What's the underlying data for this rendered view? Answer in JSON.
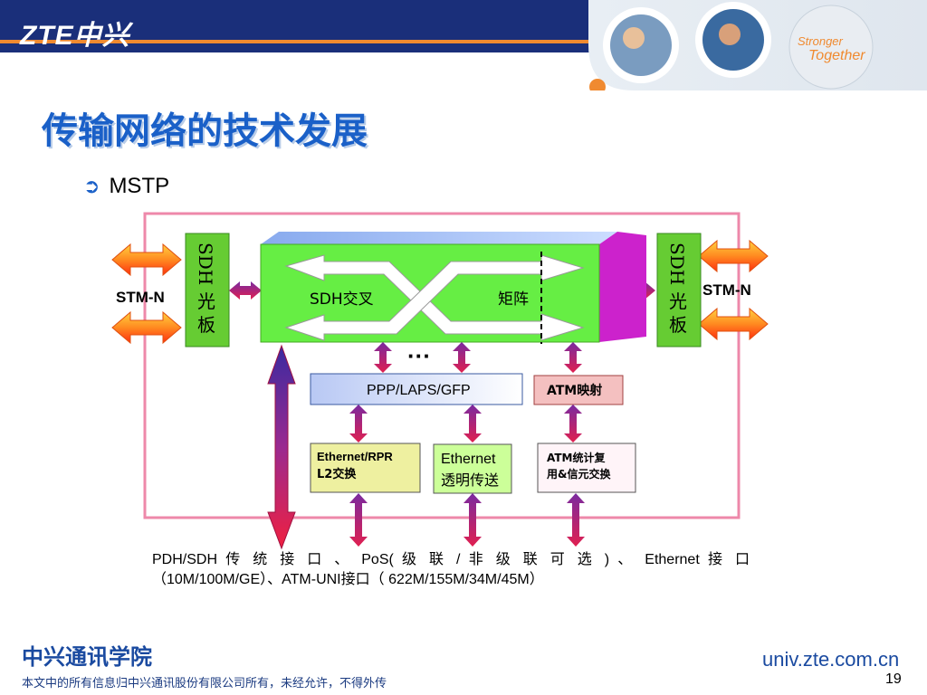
{
  "header": {
    "logo": "ZTE中兴",
    "slogan_line1": "Stronger",
    "slogan_line2": "Together"
  },
  "title": "传输网络的技术发展",
  "bullet": "MSTP",
  "diagram": {
    "sdh_board_left": [
      "SDH",
      "光",
      "板"
    ],
    "sdh_board_right": [
      "SDH",
      "光",
      "板"
    ],
    "stm_left": "STM-N",
    "stm_right": "STM-N",
    "cross_left": "SDH交叉",
    "cross_right": "矩阵",
    "ellipsis": "···",
    "ppp_box": "PPP/LAPS/GFP",
    "atm_map_box": "ATM映射",
    "eth_rpr_line1": "Ethernet/RPR",
    "eth_rpr_line2": "L2交换",
    "eth_trans_line1": "Ethernet",
    "eth_trans_line2": "透明传送",
    "atm_stat_line1": "ATM统计复",
    "atm_stat_line2": "用&信元交换"
  },
  "caption": {
    "line1": "PDH/SDH 传 统 接 口 、 PoS( 级 联 / 非 级 联 可 选 ) 、 Ethernet 接 口",
    "line2": "（10M/100M/GE）、ATM-UNI接口（ 622M/155M/34M/45M）"
  },
  "footer": {
    "org": "中兴通讯学院",
    "note": "本文中的所有信息归中兴通讯股份有限公司所有，未经允许，不得外传",
    "url": "univ.zte.com.cn",
    "page": "19"
  },
  "colors": {
    "title_blue": "#1a60c8",
    "green_board": "#66cc33",
    "matrix_green": "#66ee44",
    "magenta": "#cc22cc",
    "frame_pink": "#ee88aa"
  }
}
